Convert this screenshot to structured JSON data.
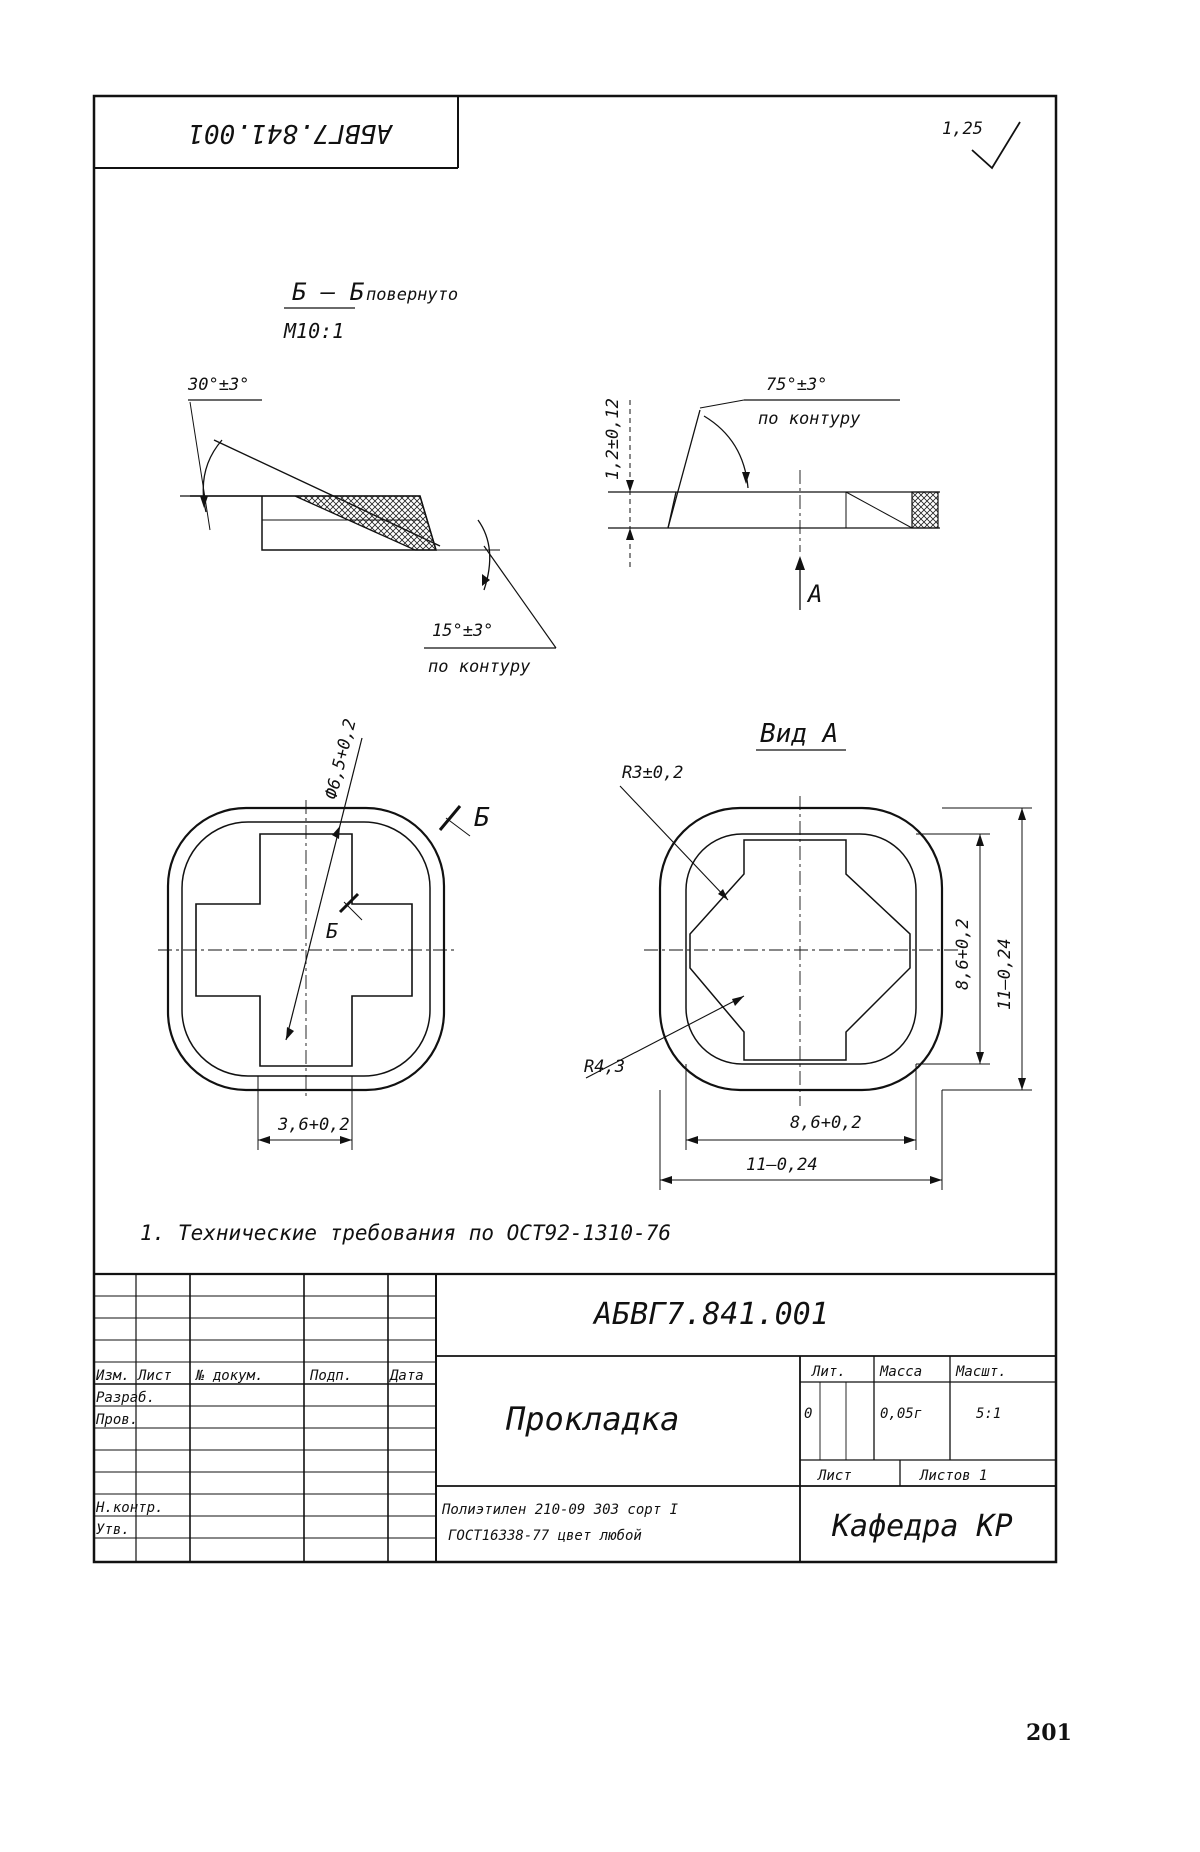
{
  "frame": {
    "stamp_code": "АБВГ7.841.001",
    "roughness": "1,25"
  },
  "section_bb": {
    "title": "Б – Б",
    "rotated": "повернуто",
    "scale": "М10:1",
    "angle_30": "30°±3°",
    "angle_15": "15°±3°",
    "angle_15_note": "по контуру"
  },
  "section_right": {
    "angle_75": "75°±3°",
    "angle_75_note": "по контуру",
    "thickness": "1,2±0,12",
    "view_arrow": "А"
  },
  "front_view": {
    "diameter": "Ф6,5+0,2",
    "width": "3,6+0,2",
    "cut_mark": "Б",
    "cut_mark_inner": "Б"
  },
  "view_a": {
    "title": "Вид А",
    "r3": "R3±0,2",
    "r43": "R4,3",
    "inner_v": "8,6+0,2",
    "outer_v": "11–0,24",
    "inner_h": "8,6+0,2",
    "outer_h": "11–0,24"
  },
  "note": "1. Технические требования по ОСТ92-1310-76",
  "title_block": {
    "designation": "АБВГ7.841.001",
    "name": "Прокладка",
    "material_line1": "Полиэтилен 210-09 303 сорт I",
    "material_line2": "ГОСТ16338-77 цвет любой",
    "organization": "Кафедра КР",
    "col_izm": "Изм.",
    "col_list": "Лист",
    "col_doc": "№ докум.",
    "col_sign": "Подп.",
    "col_date": "Дата",
    "row_dev": "Разраб.",
    "row_check": "Пров.",
    "row_ncontr": "Н.контр.",
    "row_approve": "Утв.",
    "lit_label": "Лит.",
    "mass_label": "Масса",
    "scale_label": "Масшт.",
    "lit_value": "0",
    "mass_value": "0,05г",
    "scale_value": "5:1",
    "sheet_label": "Лист",
    "sheets_label": "Листов 1"
  },
  "page_number": "201"
}
